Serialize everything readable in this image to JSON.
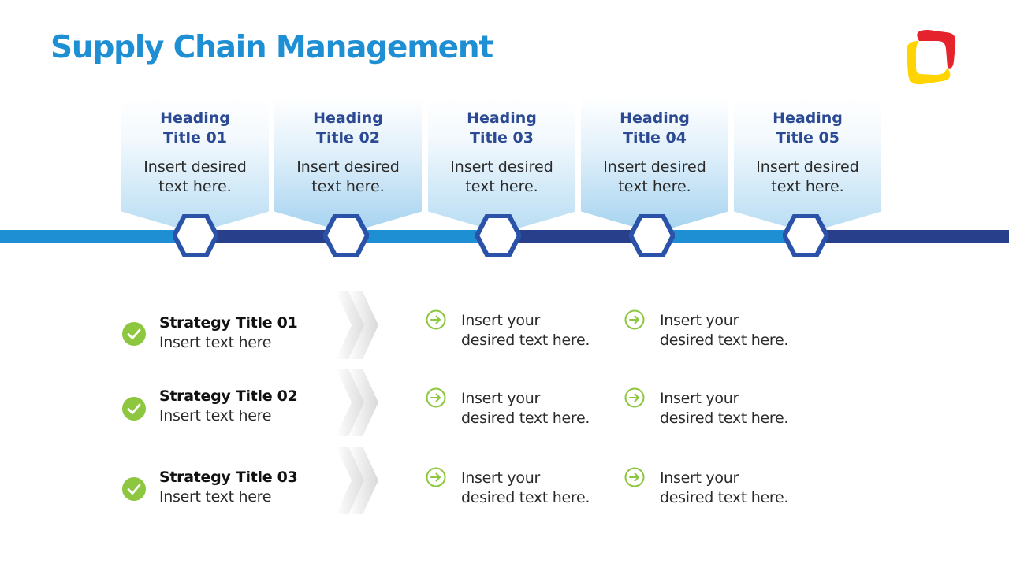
{
  "slide": {
    "title": "Supply Chain Management",
    "colors": {
      "title_blue": "#1f8fd4",
      "navy": "#2b4a93",
      "line_light": "#1f8fd4",
      "line_dark": "#283f8c",
      "green": "#8dc63f",
      "logo_red": "#e5232c",
      "logo_yellow": "#ffd400"
    }
  },
  "headings": [
    {
      "heading": "Heading\nTitle 01",
      "text": "Insert desired\ntext here."
    },
    {
      "heading": "Heading\nTitle 02",
      "text": "Insert desired\ntext here."
    },
    {
      "heading": "Heading\nTitle 03",
      "text": "Insert desired\ntext here."
    },
    {
      "heading": "Heading\nTitle 04",
      "text": "Insert desired\ntext here."
    },
    {
      "heading": "Heading\nTitle 05",
      "text": "Insert desired\ntext here."
    }
  ],
  "strategies": [
    {
      "title": "Strategy Title 01",
      "subtitle": "Insert text here",
      "points": [
        "Insert your\ndesired text here.",
        "Insert your\ndesired text here."
      ]
    },
    {
      "title": "Strategy Title 02",
      "subtitle": "Insert text here",
      "points": [
        "Insert your\ndesired text here.",
        "Insert your\ndesired text here."
      ]
    },
    {
      "title": "Strategy Title 03",
      "subtitle": "Insert text here",
      "points": [
        "Insert your\ndesired text here.",
        "Insert your\ndesired text here."
      ]
    }
  ],
  "icons": {
    "logo": "rounded-square-logo-icon",
    "timeline_node": "hexagon-icon",
    "strategy_check": "check-circle-icon",
    "point_bullet": "arrow-right-circle-icon",
    "separator": "double-chevron-icon"
  }
}
